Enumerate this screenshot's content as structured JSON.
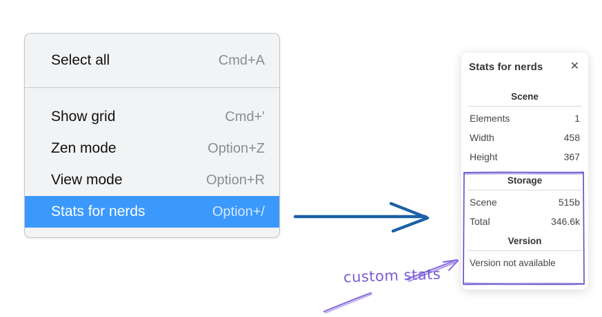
{
  "menu": {
    "items": [
      {
        "label": "Select all",
        "shortcut": "Cmd+A",
        "selected": false
      },
      {
        "label": "Show grid",
        "shortcut": "Cmd+'",
        "selected": false
      },
      {
        "label": "Zen mode",
        "shortcut": "Option+Z",
        "selected": false
      },
      {
        "label": "View mode",
        "shortcut": "Option+R",
        "selected": false
      },
      {
        "label": "Stats for nerds",
        "shortcut": "Option+/",
        "selected": true
      }
    ]
  },
  "stats_panel": {
    "title": "Stats for nerds",
    "close_icon": "✕",
    "sections": [
      {
        "heading": "Scene",
        "rows": [
          {
            "label": "Elements",
            "value": "1"
          },
          {
            "label": "Width",
            "value": "458"
          },
          {
            "label": "Height",
            "value": "367"
          }
        ]
      },
      {
        "heading": "Storage",
        "rows": [
          {
            "label": "Scene",
            "value": "515b"
          },
          {
            "label": "Total",
            "value": "346.6k"
          }
        ]
      },
      {
        "heading": "Version",
        "note": "Version not available"
      }
    ]
  },
  "annotation": {
    "label": "custom stats"
  },
  "colors": {
    "menu_highlight": "#3b99fc",
    "arrow_blue": "#1d5fa8",
    "annotation_purple": "#6a50cc",
    "annotation_purple_light": "#8a6fe0"
  }
}
